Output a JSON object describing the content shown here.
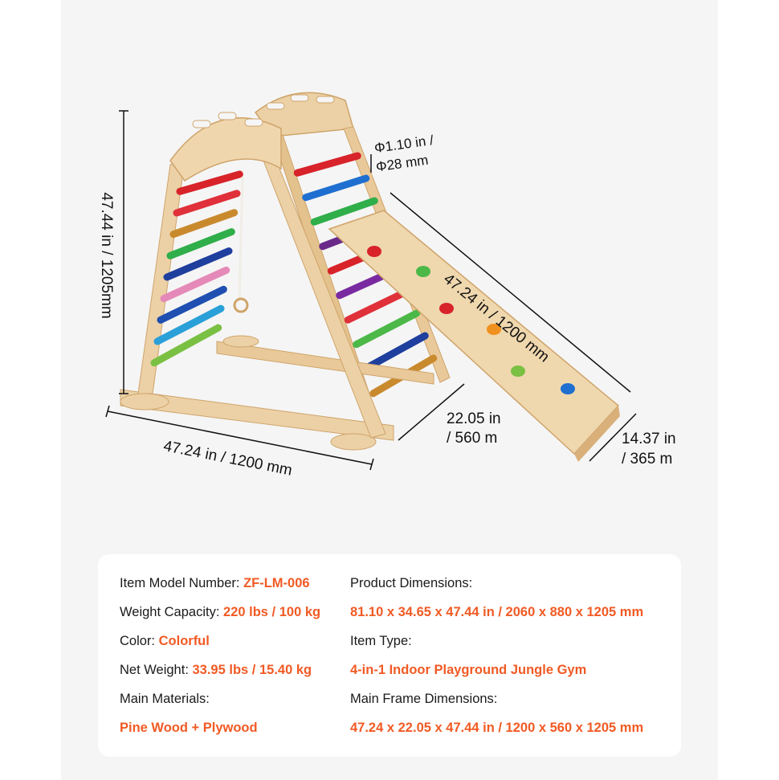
{
  "dimensions": {
    "height_label": "47.44 in / 1205mm",
    "tube_label_line1": "Φ1.10 in /",
    "tube_label_line2": "Φ28 mm",
    "ramp_length_label": "47.24 in / 1200 mm",
    "width_label": "47.24 in / 1200 mm",
    "depth_label_line1": "22.05 in",
    "depth_label_line2": "/ 560 m",
    "ramp_width_label_line1": "14.37 in",
    "ramp_width_label_line2": "/ 365 m"
  },
  "specs": {
    "model_label": "Item Model Number:",
    "model_value": "ZF-LM-006",
    "capacity_label": "Weight Capacity:",
    "capacity_value": "220 lbs / 100 kg",
    "color_label": "Color:",
    "color_value": "Colorful",
    "net_weight_label": "Net Weight:",
    "net_weight_value": "33.95 lbs / 15.40 kg",
    "materials_label": "Main Materials:",
    "materials_value": "Pine Wood + Plywood",
    "product_dim_label": "Product Dimensions:",
    "product_dim_value": "81.10 x 34.65 x 47.44 in / 2060 x 880 x 1205 mm",
    "item_type_label": "Item Type:",
    "item_type_value": "4-in-1 Indoor Playground Jungle Gym",
    "frame_dim_label": "Main Frame Dimensions:",
    "frame_dim_value": "47.24 x 22.05 x 47.44 in / 1200 x 560 x 1205 mm"
  },
  "colors": {
    "accent": "#f15a24",
    "wood": "#e9c99a",
    "wood_dark": "#cfa46a",
    "background": "#f5f5f5"
  },
  "rungs": {
    "front": [
      "#d8232a",
      "#e0303a",
      "#c98a2e",
      "#2fae4a",
      "#1f3f9e",
      "#e58ab8",
      "#1f4fb0",
      "#2aa0d8",
      "#7ac043"
    ],
    "back": [
      "#d8232a",
      "#1f6fd0",
      "#2fae4a",
      "#6a2a8a",
      "#d8232a",
      "#7a2aa0",
      "#e0303a",
      "#4cb848",
      "#1f3f9e",
      "#c98a2e"
    ]
  }
}
